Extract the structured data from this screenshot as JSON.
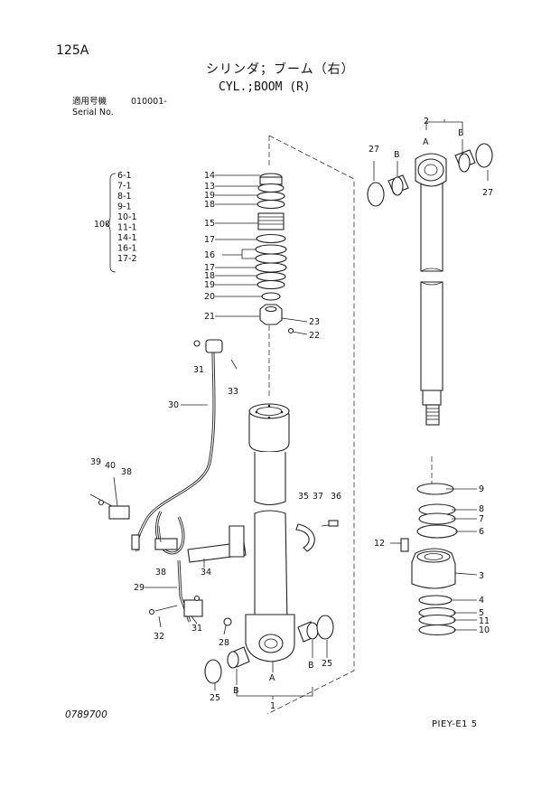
{
  "header": {
    "page_no": "125A",
    "title_jp": "シリンダ；ブーム（右）",
    "title_en": "CYL.;BOOM (R)",
    "serial_label_jp": "適用号機",
    "serial_label_en": "Serial No.",
    "serial_value": "010001-"
  },
  "footer": {
    "drawing_no": "0789700",
    "page_code": "PIEY-E1 5"
  },
  "seal_kit": {
    "number": "100",
    "items": [
      "6-1",
      "7-1",
      "8-1",
      "9-1",
      "10-1",
      "11-1",
      "14-1",
      "16-1",
      "17-2"
    ]
  },
  "callouts": {
    "top_right_group": "2",
    "A": "A",
    "B": "B",
    "c27": "27",
    "c14": "14",
    "c13": "13",
    "c19": "19",
    "c18": "18",
    "c15": "15",
    "c17": "17",
    "c16": "16",
    "c20": "20",
    "c21": "21",
    "c23": "23",
    "c22": "22",
    "c31": "31",
    "c33": "33",
    "c30": "30",
    "c39": "39",
    "c40": "40",
    "c38": "38",
    "c34": "34",
    "c29": "29",
    "c32": "32",
    "c35": "35",
    "c37": "37",
    "c36": "36",
    "c28": "28",
    "c25": "25",
    "c1": "1",
    "c9": "9",
    "c8": "8",
    "c7": "7",
    "c6": "6",
    "c12": "12",
    "c3": "3",
    "c4": "4",
    "c5": "5",
    "c11": "11",
    "c10": "10"
  }
}
